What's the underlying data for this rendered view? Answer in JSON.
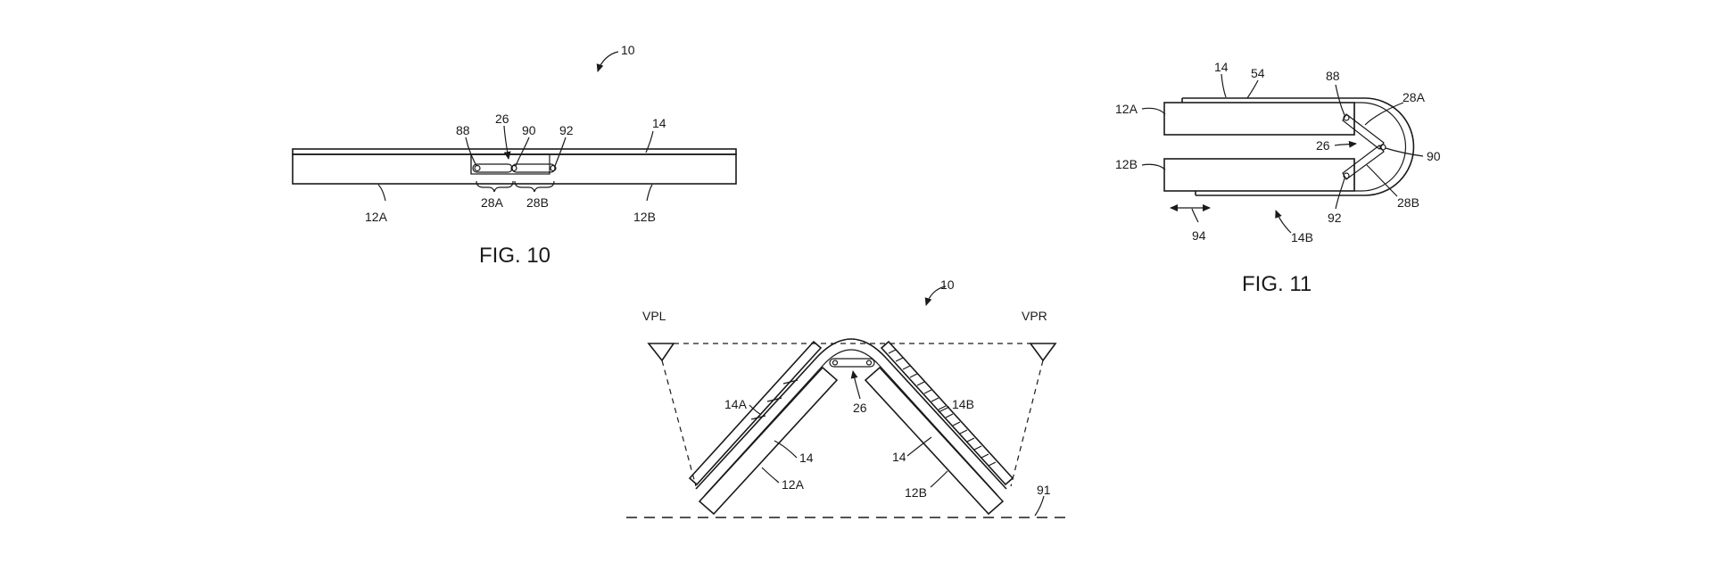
{
  "fig10": {
    "caption": "FIG. 10",
    "labels": {
      "ref10": "10",
      "ref26": "26",
      "ref88": "88",
      "ref90": "90",
      "ref92": "92",
      "ref14": "14",
      "ref12A": "12A",
      "ref12B": "12B",
      "ref28A": "28A",
      "ref28B": "28B"
    }
  },
  "fig11": {
    "caption": "FIG. 11",
    "labels": {
      "ref14": "14",
      "ref54": "54",
      "ref88": "88",
      "ref12A": "12A",
      "ref28A": "28A",
      "ref26": "26",
      "ref90": "90",
      "ref12B": "12B",
      "ref28B": "28B",
      "ref92": "92",
      "ref94": "94",
      "ref14B": "14B"
    }
  },
  "fig12": {
    "labels": {
      "ref10": "10",
      "VPL": "VPL",
      "VPR": "VPR",
      "ref14A": "14A",
      "ref14B": "14B",
      "ref26": "26",
      "ref14_left": "14",
      "ref14_right": "14",
      "ref12A": "12A",
      "ref12B": "12B",
      "ref91": "91"
    }
  }
}
